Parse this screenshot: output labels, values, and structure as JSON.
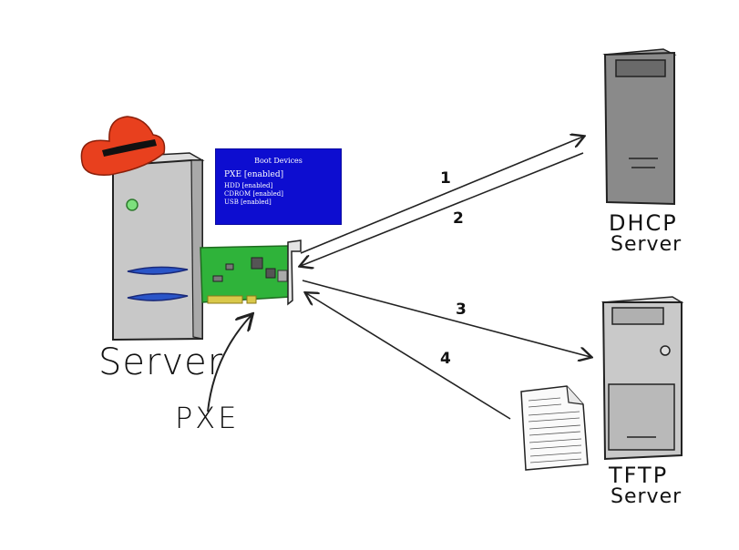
{
  "labels": {
    "server": "Server",
    "pxe": "PXE",
    "dhcp_line1": "DHCP",
    "dhcp_line2": "Server",
    "tftp_line1": "TFTP",
    "tftp_line2": "Server"
  },
  "arrows": [
    "1",
    "2",
    "3",
    "4"
  ],
  "boot_menu": {
    "title": "Boot Devices",
    "items": [
      "PXE [enabled]",
      "HDD [enabled]",
      "CDROM [enabled]",
      "USB [enabled]"
    ]
  },
  "colors": {
    "hat": "#e8401e",
    "boot_panel": "#0d0dd0",
    "nic_board": "#2fb33a",
    "server_case": "#c8c8c8",
    "dhcp_case": "#8a8a8a",
    "tftp_case": "#c9c9c9",
    "drive_bay": "#2a55c8"
  },
  "icons": [
    "red-hat-icon",
    "server-tower-icon",
    "network-card-icon",
    "dhcp-server-icon",
    "tftp-server-icon",
    "document-icon"
  ]
}
